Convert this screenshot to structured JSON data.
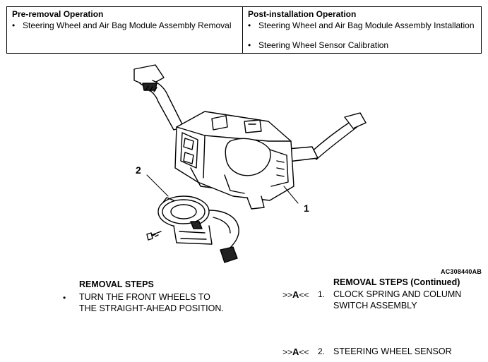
{
  "operations": {
    "pre": {
      "heading": "Pre-removal Operation",
      "items": [
        "Steering Wheel and Air Bag Module Assembly Removal"
      ]
    },
    "post": {
      "heading": "Post-installation Operation",
      "items": [
        "Steering Wheel and Air Bag Module Assembly Installation",
        "Steering Wheel Sensor Calibration"
      ]
    },
    "bullet": "•"
  },
  "figure": {
    "callouts": [
      "1",
      "2"
    ],
    "figure_id": "AC308440AB"
  },
  "removal_left": {
    "title": "REMOVAL STEPS",
    "bullet": "•",
    "lines": [
      "TURN THE FRONT WHEELS TO",
      "THE STRAIGHT-AHEAD POSITION."
    ]
  },
  "removal_right": {
    "title": "REMOVAL STEPS (Continued)",
    "marker_pre": ">>",
    "marker_letter": "A",
    "marker_post": "<<",
    "steps": [
      {
        "num": "1.",
        "lines": [
          "CLOCK SPRING AND COLUMN",
          "SWITCH ASSEMBLY"
        ]
      },
      {
        "num": "2.",
        "lines": [
          "STEERING WHEEL SENSOR"
        ]
      }
    ]
  }
}
